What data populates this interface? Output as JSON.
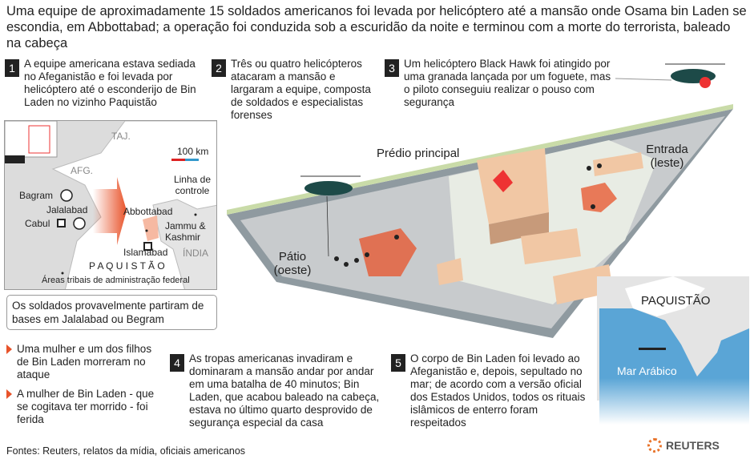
{
  "title": "Uma equipe de aproximadamente 15 soldados americanos foi levada por helicóptero até a mansão onde Osama bin Laden se escondia, em Abbottabad; a operação foi conduzida sob a escuridão da noite e terminou com a morte do terrorista, baleado na cabeça",
  "steps": [
    {
      "num": "1",
      "text": "A equipe americana estava sediada no Afeganistão e foi levada por helicóptero até o esconderijo de Bin Laden no vizinho Paquistão"
    },
    {
      "num": "2",
      "text": "Três ou quatro helicópteros atacaram a mansão e largaram a equipe, composta de soldados e especialistas forenses"
    },
    {
      "num": "3",
      "text": "Um helicóptero Black Hawk foi atingido por uma granada lançada por um foguete, mas o piloto conseguiu realizar o pouso com segurança"
    },
    {
      "num": "4",
      "text": "As tropas americanas invadiram e dominaram a mansão andar por andar em uma batalha de 40 minutos; Bin Laden, que acabou baleado na cabeça, estava no último quarto desprovido de segurança especial da casa"
    },
    {
      "num": "5",
      "text": "O corpo de Bin Laden foi levado ao Afeganistão e, depois, sepultado no mar; de acordo com a versão oficial dos Estados Unidos, todos os rituais islâmicos de enterro foram respeitados"
    }
  ],
  "map": {
    "scale": "100 km",
    "labels": {
      "taj": "TAJ.",
      "afg": "AFG.",
      "bagram": "Bagram",
      "jalalabad": "Jalalabad",
      "cabul": "Cabul",
      "abbottabad": "Abbottabad",
      "linha": "Linha de controle",
      "jammu": "Jammu & Kashmir",
      "india": "ÍNDIA",
      "islamabad": "Islamabad",
      "paquistao": "P A Q U I S T Ã O",
      "areas": "Áreas tribais de administração federal"
    },
    "callout": "Os soldados provavelmente partiram de bases em Jalalabad ou Begram"
  },
  "bullets": [
    "Uma mulher e um dos filhos de Bin Laden morreram no ataque",
    "A mulher de Bin Laden - que se cogitava ter morrido - foi ferida"
  ],
  "compound": {
    "main_building": "Prédio principal",
    "courtyard": "Pátio (oeste)",
    "entrance": "Entrada (leste)"
  },
  "sea_map": {
    "country": "PAQUISTÃO",
    "sea": "Mar Arábico"
  },
  "sources": "Fontes: Reuters, relatos da mídia, oficiais americanos",
  "logo": "REUTERS",
  "colors": {
    "accent": "#e8532a",
    "sea": "#5aa5d6",
    "wall": "#c9dba8"
  }
}
